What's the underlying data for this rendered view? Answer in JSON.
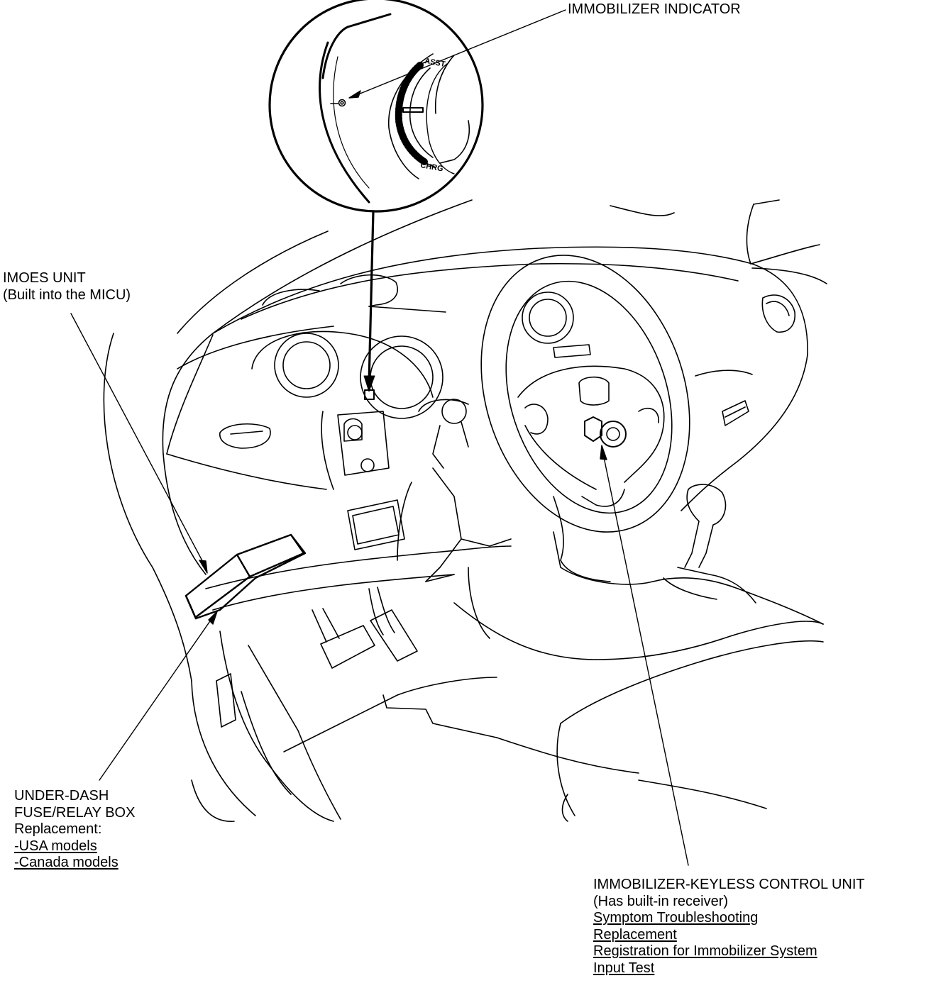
{
  "labels": {
    "immobilizer_indicator": "IMMOBILIZER INDICATOR",
    "imoes_unit": {
      "line1": "IMOES UNIT",
      "line2": "(Built into the MICU)"
    },
    "fuse_box": {
      "line1": "UNDER-DASH",
      "line2": "FUSE/RELAY BOX",
      "line3": "Replacement:",
      "links": [
        "-USA models",
        "-Canada models"
      ]
    },
    "keyless_unit": {
      "line1": "IMMOBILIZER-KEYLESS CONTROL UNIT",
      "line2": "(Has built-in receiver)",
      "links": [
        "Symptom Troubleshooting",
        "Replacement",
        "Registration for Immobilizer System",
        "Input Test"
      ]
    }
  },
  "gauge": {
    "top_label": "ASST",
    "bottom_label": "CHRG"
  },
  "colors": {
    "line": "#000000",
    "background": "#ffffff"
  }
}
